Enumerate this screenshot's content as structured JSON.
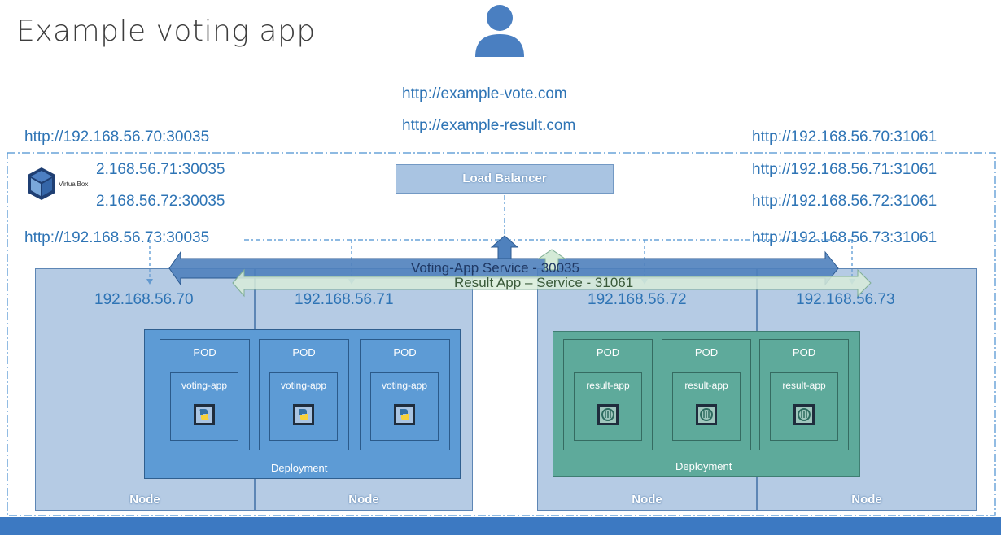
{
  "title": "Example voting app",
  "top_urls": [
    "http://example-vote.com",
    "http://example-result.com"
  ],
  "left_urls": [
    "http://192.168.56.70:30035",
    "2.168.56.71:30035",
    "2.168.56.72:30035",
    "http://192.168.56.73:30035"
  ],
  "right_urls": [
    "http://192.168.56.70:31061",
    "http://192.168.56.71:31061",
    "http://192.168.56.72:31061",
    "http://192.168.56.73:31061"
  ],
  "virtualbox_label": "VirtualBox",
  "load_balancer": "Load Balancer",
  "voting_service": "Voting-App Service - 30035",
  "result_service": "Result App – Service - 31061",
  "nodes": [
    {
      "ip": "192.168.56.70",
      "label": "Node"
    },
    {
      "ip": "192.168.56.71",
      "label": "Node"
    },
    {
      "ip": "192.168.56.72",
      "label": "Node"
    },
    {
      "ip": "192.168.56.73",
      "label": "Node"
    }
  ],
  "deployments": {
    "voting": "Deployment",
    "result": "Deployment"
  },
  "pods": {
    "voting": [
      {
        "title": "POD",
        "app": "voting-app"
      },
      {
        "title": "POD",
        "app": "voting-app"
      },
      {
        "title": "POD",
        "app": "voting-app"
      }
    ],
    "result": [
      {
        "title": "POD",
        "app": "result-app"
      },
      {
        "title": "POD",
        "app": "result-app"
      },
      {
        "title": "POD",
        "app": "result-app"
      }
    ]
  },
  "icons": {
    "user": "user-icon",
    "virtualbox": "virtualbox-icon",
    "python": "python-icon",
    "dotnet": "container-icon"
  },
  "colors": {
    "accent": "#2e74b5",
    "node": "#9ebad9",
    "voting": "#5d9bd5",
    "result": "#5eaa9b",
    "bar": "#3c79c2"
  }
}
